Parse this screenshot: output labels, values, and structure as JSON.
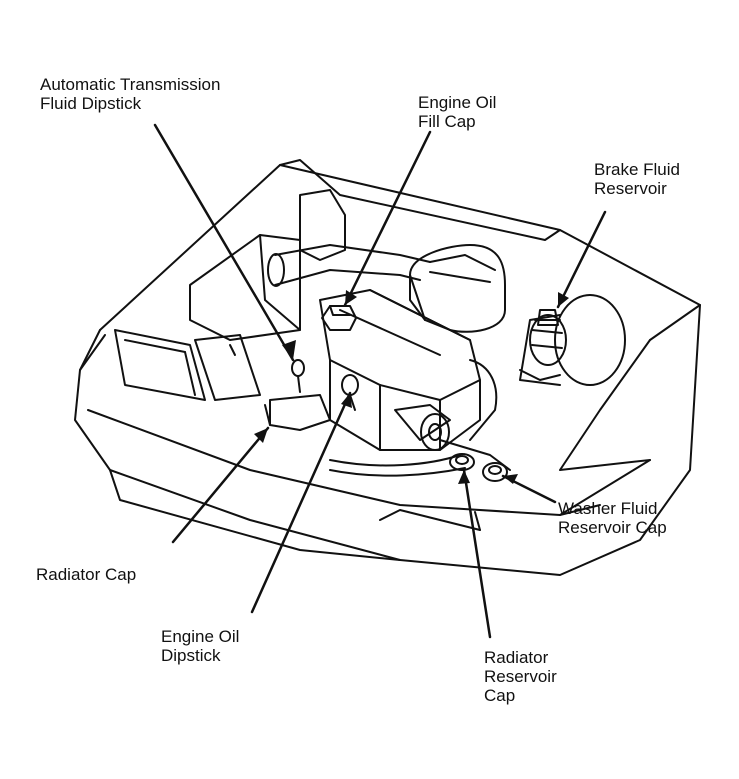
{
  "labels": {
    "atf_dipstick": [
      "Automatic Transmission",
      "Fluid Dipstick"
    ],
    "oil_fill_cap": [
      "Engine Oil",
      "Fill Cap"
    ],
    "brake_fluid": [
      "Brake Fluid",
      "Reservoir"
    ],
    "radiator_cap": [
      "Radiator Cap"
    ],
    "washer_fluid": [
      "Washer Fluid",
      "Reservoir Cap"
    ],
    "oil_dipstick": [
      "Engine Oil",
      "Dipstick"
    ],
    "radiator_reservoir": [
      "Radiator",
      "Reservoir",
      "Cap"
    ]
  },
  "colors": {
    "ink": "#111111",
    "paper": "#ffffff"
  }
}
